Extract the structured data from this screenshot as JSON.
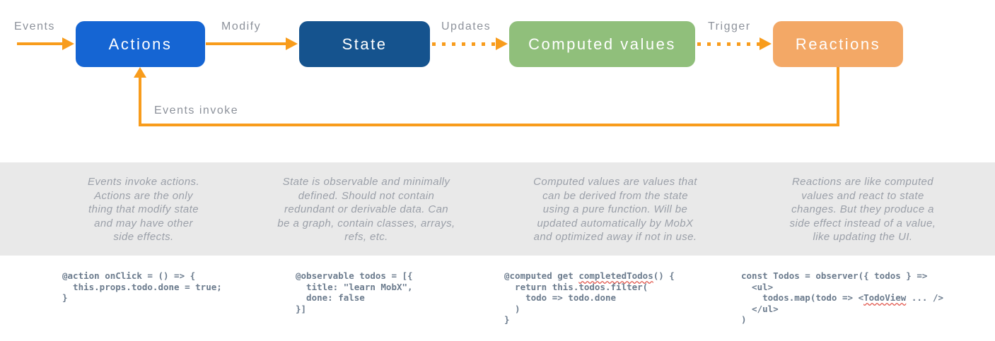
{
  "colors": {
    "arrow": "#f89c1c",
    "edge_label_text": "#8d929b",
    "node_label_text": "#ffffff",
    "description_text": "#9ba0a9",
    "band_background": "#e9e9e9",
    "code_text": "#6b7b8d",
    "spellcheck_underline": "#e2574d",
    "page_background": "#ffffff"
  },
  "diagram": {
    "nodes": [
      {
        "id": "actions",
        "label": "Actions",
        "color": "#1565d3"
      },
      {
        "id": "state",
        "label": "State",
        "color": "#15538e"
      },
      {
        "id": "computed-values",
        "label": "Computed values",
        "color": "#90bf7b"
      },
      {
        "id": "reactions",
        "label": "Reactions",
        "color": "#f3a866"
      }
    ],
    "edges": [
      {
        "label": "Events",
        "from": "external",
        "to": "actions",
        "style": "solid"
      },
      {
        "label": "Modify",
        "from": "actions",
        "to": "state",
        "style": "solid"
      },
      {
        "label": "Updates",
        "from": "state",
        "to": "computed-values",
        "style": "dotted"
      },
      {
        "label": "Trigger",
        "from": "computed-values",
        "to": "reactions",
        "style": "dotted"
      },
      {
        "label": "Events invoke",
        "from": "reactions",
        "to": "actions",
        "style": "solid-feedback"
      }
    ]
  },
  "descriptions": [
    {
      "for": "actions",
      "text": "Events invoke actions.\nActions are the only\nthing that modify state\nand may have other\nside effects."
    },
    {
      "for": "state",
      "text": "State is observable and minimally\ndefined. Should not contain\nredundant or derivable data. Can\nbe a graph, contain classes, arrays,\nrefs, etc."
    },
    {
      "for": "computed-values",
      "text": "Computed values are values that\ncan be derived from the state\nusing a pure function. Will be\nupdated automatically by MobX\nand optimized away if not in use."
    },
    {
      "for": "reactions",
      "text": "Reactions are like computed\nvalues and react to state\nchanges. But they produce a\nside effect instead of a value,\nlike updating the UI."
    }
  ],
  "code_snippets": [
    {
      "for": "actions",
      "code": "@action onClick = () => {\n  this.props.todo.done = true;\n}"
    },
    {
      "for": "state",
      "code": "@observable todos = [{\n  title: \"learn MobX\",\n  done: false\n}]"
    },
    {
      "for": "computed-values",
      "code": "@computed get completedTodos() {\n  return this.todos.filter(\n    todo => todo.done\n  )\n}"
    },
    {
      "for": "reactions",
      "code": "const Todos = observer({ todos } =>\n  <ul>\n    todos.map(todo => <TodoView ... />\n  </ul>\n)"
    }
  ],
  "spellcheck_underlined_words": [
    "completedTodos",
    "TodoView"
  ]
}
